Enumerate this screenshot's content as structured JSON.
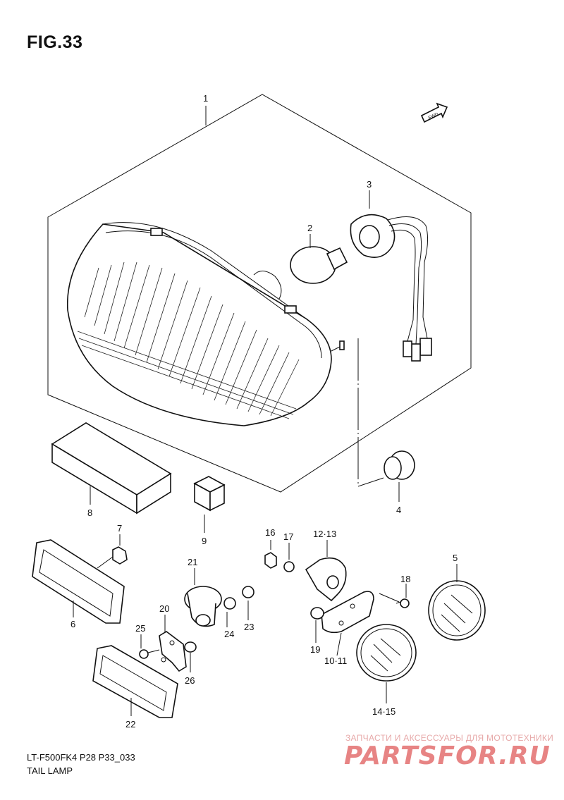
{
  "figure_title": "FIG.33",
  "fwd_label": "FWD",
  "footer": {
    "model_code": "LT-F500FK4 P28 P33_033",
    "assembly_name": "TAIL LAMP"
  },
  "watermark": {
    "tagline": "ЗАПЧАСТИ И АКСЕССУАРЫ ДЛЯ МОТОТЕХНИКИ",
    "logo": "PARTSFOR.RU"
  },
  "parts": {
    "p1": "1",
    "p2": "2",
    "p3": "3",
    "p4": "4",
    "p5": "5",
    "p6": "6",
    "p7": "7",
    "p8": "8",
    "p9": "9",
    "p10_11": "10·11",
    "p12_13": "12·13",
    "p14_15": "14·15",
    "p16": "16",
    "p17": "17",
    "p18": "18",
    "p19": "19",
    "p20": "20",
    "p21": "21",
    "p22": "22",
    "p23": "23",
    "p24": "24",
    "p25": "25",
    "p26": "26"
  }
}
